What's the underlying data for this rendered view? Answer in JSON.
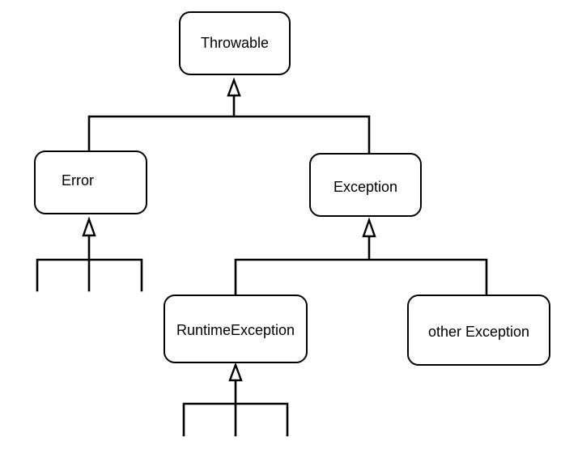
{
  "nodes": {
    "throwable": "Throwable",
    "error": "Error",
    "exception": "Exception",
    "runtime_exception": "RuntimeException",
    "other_exception": "other Exception"
  },
  "colors": {
    "stroke": "#000000",
    "background": "#ffffff"
  }
}
